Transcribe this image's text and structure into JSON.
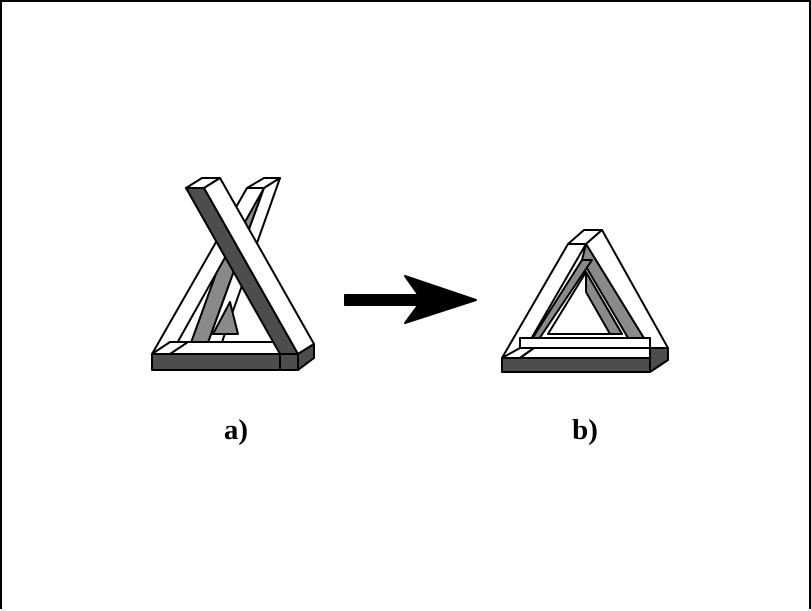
{
  "figure": {
    "panels": [
      {
        "id": "a",
        "label": "a)"
      },
      {
        "id": "b",
        "label": "b)"
      }
    ]
  },
  "colors": {
    "face_light": "#ffffff",
    "face_medium": "#8a8a8a",
    "face_dark": "#4d4d4d",
    "stroke": "#000000"
  }
}
